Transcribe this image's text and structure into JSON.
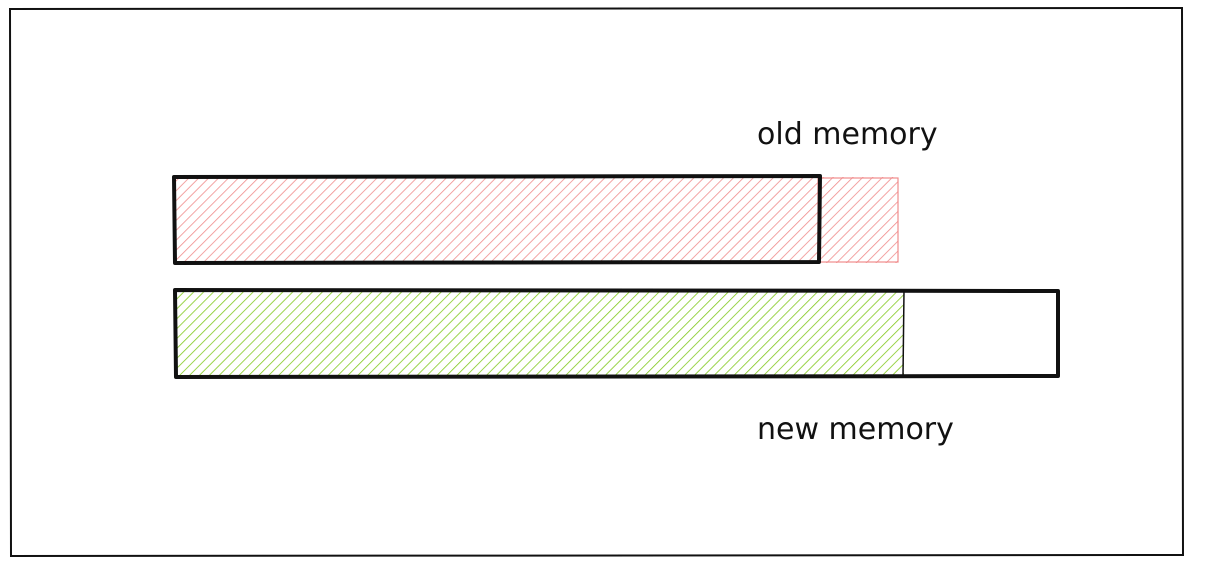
{
  "labels": {
    "old_memory": "old memory",
    "new_memory": "new memory"
  },
  "bars": {
    "old": {
      "fill_color": "#f08c8c",
      "outline_fraction": 0.887
    },
    "new": {
      "fill_color": "#82c91e",
      "filled_fraction": 0.825
    }
  },
  "colors": {
    "stroke": "#111111",
    "background": "#ffffff"
  }
}
